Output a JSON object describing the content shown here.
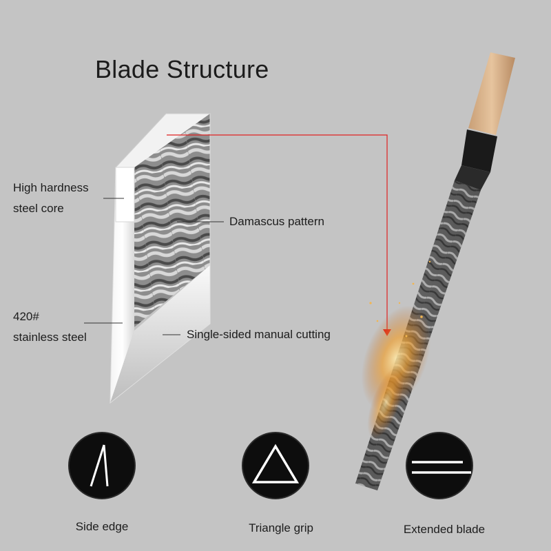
{
  "title": "Blade Structure",
  "labels": {
    "core_line1": "High hardness",
    "core_line2": "steel core",
    "pattern": "Damascus pattern",
    "steel_line1": "420#",
    "steel_line2": "stainless steel",
    "cutting": "Single-sided manual cutting"
  },
  "features": [
    {
      "label": "Side edge",
      "icon": "side-edge-icon"
    },
    {
      "label": "Triangle grip",
      "icon": "triangle-icon"
    },
    {
      "label": "Extended blade",
      "icon": "parallel-lines-icon"
    }
  ],
  "colors": {
    "background": "#c4c4c4",
    "pointer_line": "#e02020",
    "icon_circle": "#0d0d0d"
  }
}
